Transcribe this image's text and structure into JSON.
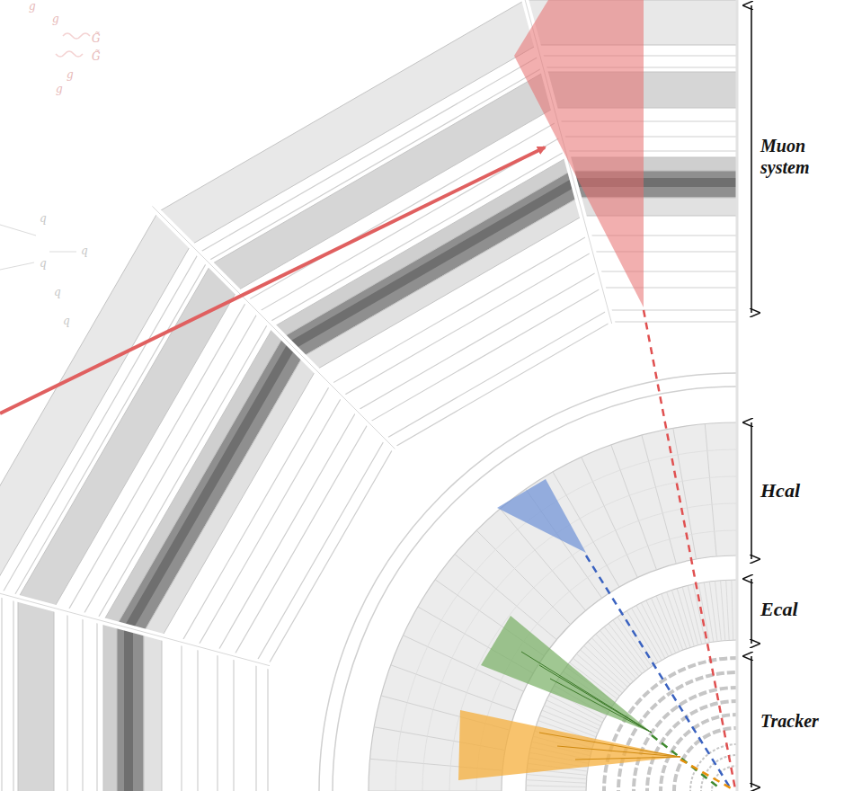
{
  "diagram": {
    "labels": [
      "Muon system",
      "Hcal",
      "Ecal",
      "Tracker",
      "g",
      "g",
      "G̃",
      "G̃",
      "g",
      "g",
      "q",
      "q",
      "q",
      "q",
      "q"
    ]
  }
}
